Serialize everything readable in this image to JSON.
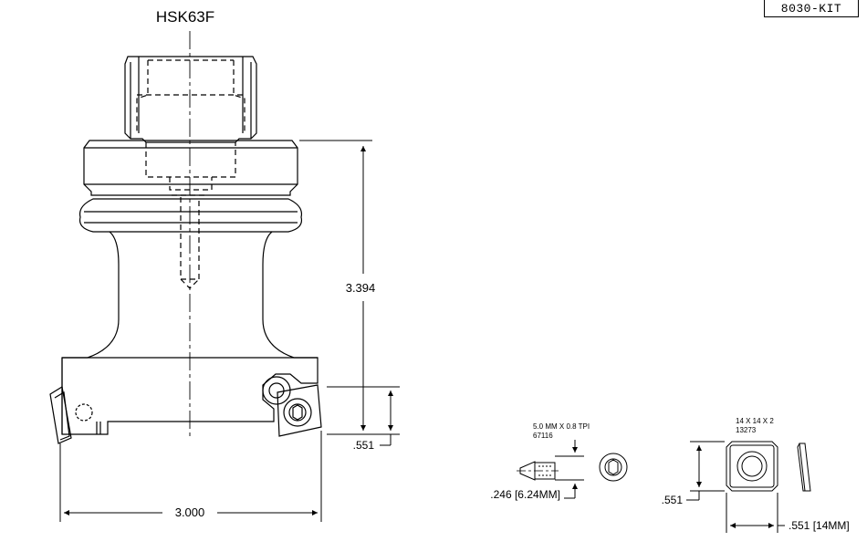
{
  "drawing": {
    "title": "HSK63F",
    "part_number": "8030-KIT",
    "dimensions": {
      "overall_height": "3.394",
      "insert_height": ".551",
      "diameter": "3.000"
    },
    "screw": {
      "spec": "5.0 MM X 0.8 TPI",
      "part_no": "67116",
      "length_dim": ".246 [6.24MM]"
    },
    "insert": {
      "spec": "14 X 14 X 2",
      "part_no": "13273",
      "height_dim": ".551",
      "width_dim": ".551 [14MM]"
    },
    "colors": {
      "line": "#000000",
      "background": "#ffffff"
    }
  }
}
